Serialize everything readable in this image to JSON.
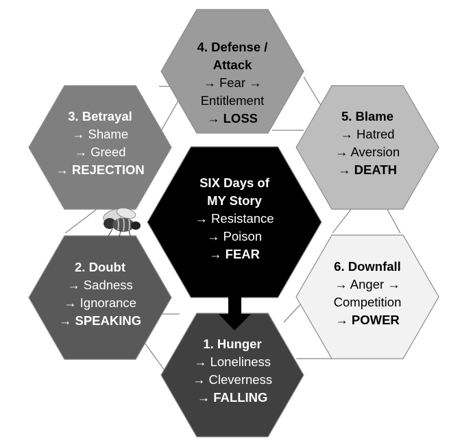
{
  "center": {
    "lines": [
      "SIX Days of",
      "MY Story",
      "→ Resistance",
      "→ Poison",
      "→ FEAR"
    ],
    "fill": "#000000",
    "text_color": "#ffffff"
  },
  "stages": [
    {
      "id": "defense-attack",
      "lines": [
        "4. Defense /",
        "Attack",
        "→ Fear →",
        "Entitlement",
        "→ LOSS"
      ],
      "fill": "#9b9b9b",
      "text_color": "#000000"
    },
    {
      "id": "blame",
      "lines": [
        "5. Blame",
        "→ Hatred",
        "→ Aversion",
        "→ DEATH"
      ],
      "fill": "#bdbdbd",
      "text_color": "#000000"
    },
    {
      "id": "downfall",
      "lines": [
        "6. Downfall",
        "→ Anger →",
        "Competition",
        "→ POWER"
      ],
      "fill": "#f2f2f2",
      "text_color": "#000000"
    },
    {
      "id": "hunger",
      "lines": [
        "1. Hunger",
        "→ Loneliness",
        "→ Cleverness",
        "→ FALLING"
      ],
      "fill": "#404040",
      "text_color": "#ffffff"
    },
    {
      "id": "doubt",
      "lines": [
        "2. Doubt",
        "→ Sadness",
        "→ Ignorance",
        "→ SPEAKING"
      ],
      "fill": "#595959",
      "text_color": "#ffffff"
    },
    {
      "id": "betrayal",
      "lines": [
        "3. Betrayal",
        "→ Shame",
        "→ Greed",
        "→ REJECTION"
      ],
      "fill": "#7f7f7f",
      "text_color": "#ffffff"
    }
  ],
  "arrow_color": "#000000",
  "icons": [
    "bee-icon"
  ]
}
